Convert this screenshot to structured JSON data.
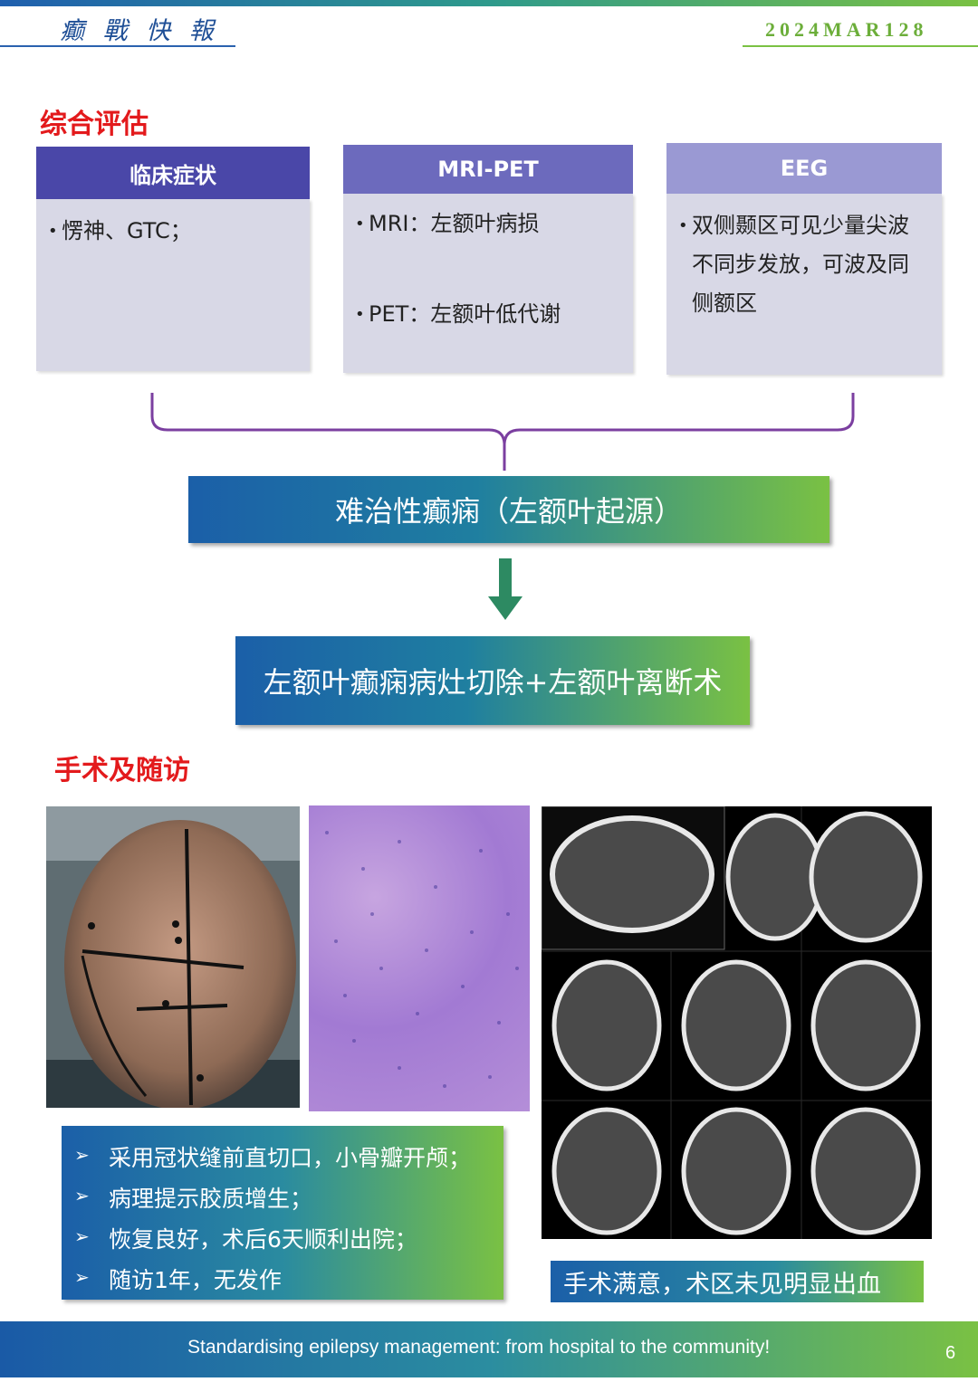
{
  "header": {
    "brand": "癫 戰 快 報",
    "issue": "2024MAR128"
  },
  "section1": {
    "title": "综合评估"
  },
  "cards": [
    {
      "head": "临床症状",
      "items": [
        "愣神、GTC；"
      ],
      "head_color": "#4a47a8"
    },
    {
      "head": "MRI-PET",
      "items": [
        "MRI：左额叶病损",
        "PET：左额叶低代谢"
      ],
      "head_color": "#6c6abd"
    },
    {
      "head": "EEG",
      "items": [
        "双侧颞区可见少量尖波",
        "不同步发放，可波及同",
        "侧额区"
      ],
      "head_color": "#9a99d3"
    }
  ],
  "diagnosis": "难治性癫痫（左额叶起源）",
  "procedure": "左额叶癫痫病灶切除+左额叶离断术",
  "section2": {
    "title": "手术及随访"
  },
  "summary": [
    "采用冠状缝前直切口，小骨瓣开颅；",
    "病理提示胶质增生；",
    "恢复良好，术后6天顺利出院；",
    "随访1年，无发作"
  ],
  "ct_caption": "手术满意，术区未见明显出血",
  "footer": {
    "text": "Standardising epilepsy management: from hospital to the community!",
    "page": "6"
  },
  "colors": {
    "accent_red": "#e31a1c",
    "blue": "#1b5fa8",
    "green": "#7ac143"
  }
}
